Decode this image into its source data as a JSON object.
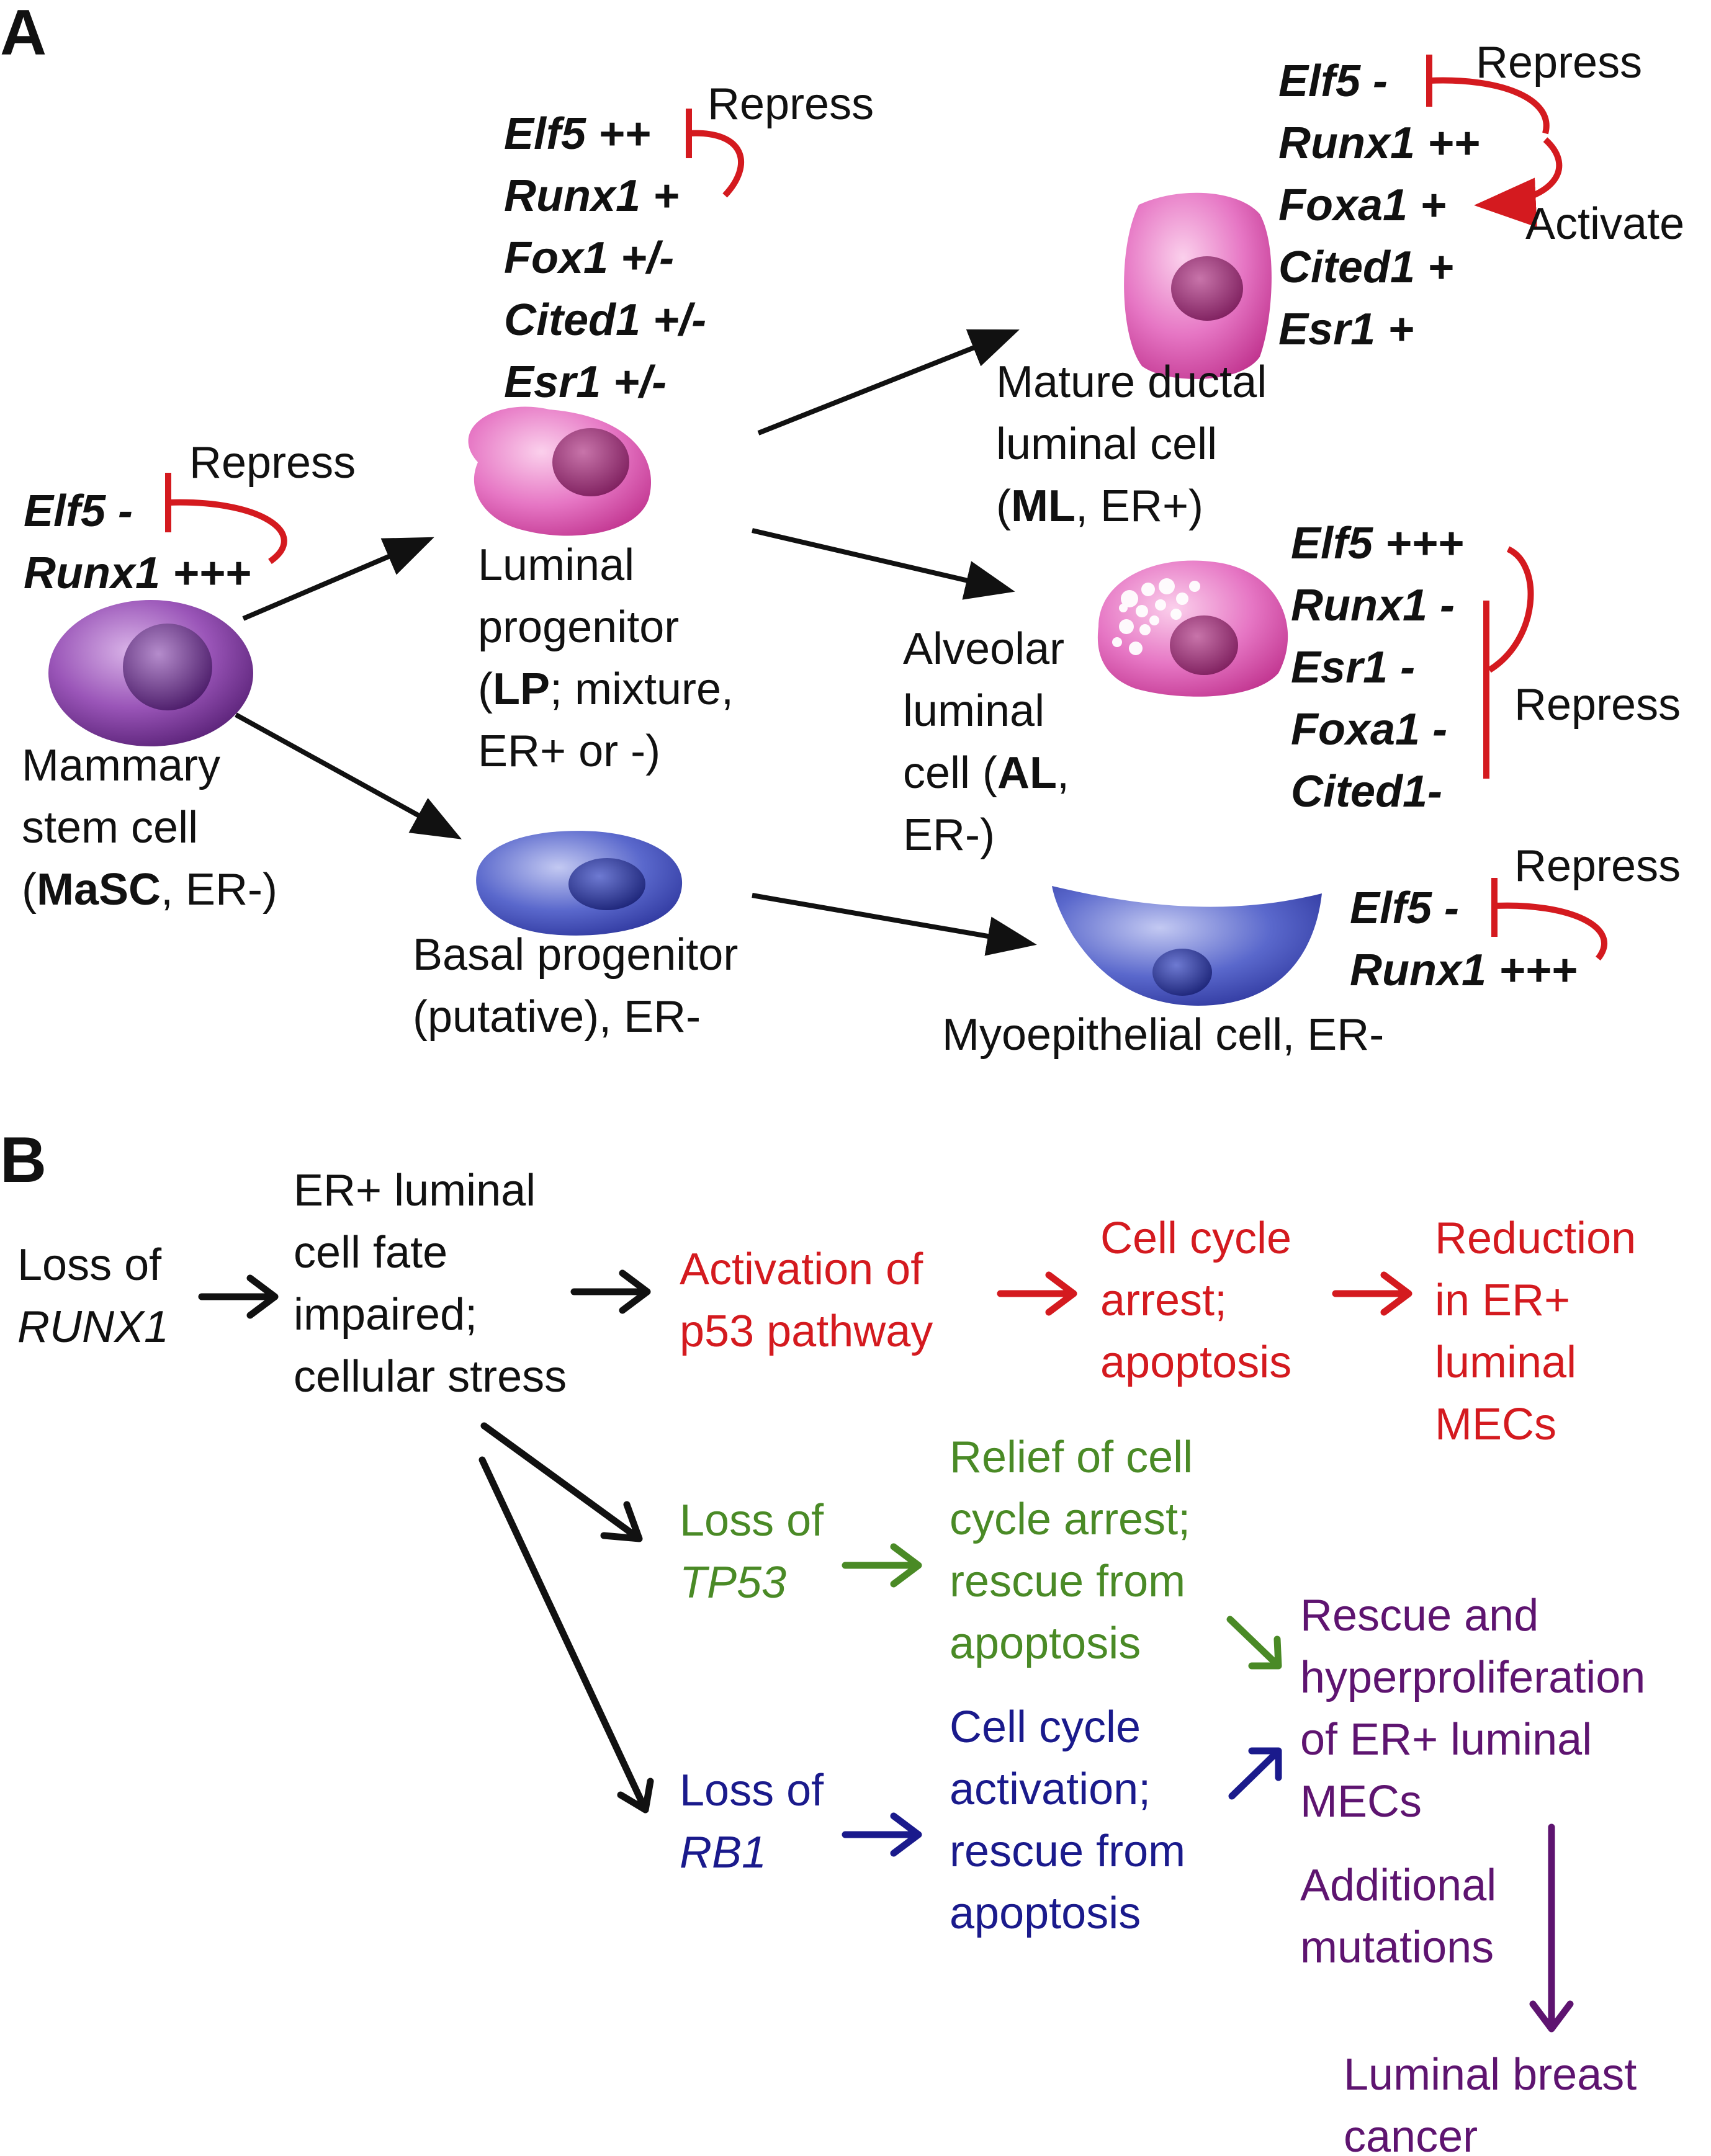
{
  "colors": {
    "black": "#111111",
    "red": "#d41a1f",
    "green": "#4a8a26",
    "navy": "#1a1a8c",
    "purple": "#5e1470",
    "pink": "#e060b0",
    "violet": "#7a3b9a",
    "blue": "#4555c0"
  },
  "panelA": {
    "label": "A",
    "icons": [
      "stem-cell-icon",
      "luminal-progenitor-cell-icon",
      "mature-ductal-cell-icon",
      "alveolar-cell-icon",
      "basal-progenitor-cell-icon",
      "myoepithelial-cell-icon"
    ],
    "masc": {
      "line1": "Mammary",
      "line2": "stem cell",
      "abbr": "MaSC",
      "er": ", ER-)",
      "genes": [
        "Elf5 -",
        "Runx1 +++"
      ],
      "inhibit": "Repress"
    },
    "lp": {
      "line1": "Luminal",
      "line2": "progenitor",
      "abbr": "LP",
      "line3_rest": "; mixture,",
      "line4": "ER+ or -)",
      "genes": [
        "Elf5 ++",
        "Runx1 +",
        "Fox1 +/-",
        "Cited1 +/-",
        "Esr1 +/-"
      ],
      "inhibit": "Repress"
    },
    "ml": {
      "line1": "Mature ductal",
      "line2": "luminal cell",
      "abbr": "ML",
      "er": ", ER+)",
      "genes": [
        "Elf5 -",
        "Runx1 ++",
        "Foxa1 +",
        "Cited1 +",
        "Esr1 +"
      ],
      "inhibit": "Repress",
      "activate": "Activate"
    },
    "al": {
      "line1": "Alveolar",
      "line2": "luminal",
      "line3_pre": "cell (",
      "abbr": "AL",
      "line3_post": ",",
      "line4": "ER-)",
      "genes": [
        "Elf5 +++",
        "Runx1 -",
        "Esr1 -",
        "Foxa1 -",
        "Cited1-"
      ],
      "inhibit": "Repress"
    },
    "basal": {
      "line1": "Basal progenitor",
      "line2": "(putative), ER-"
    },
    "myo": {
      "label": "Myoepithelial cell, ER-",
      "genes": [
        "Elf5 -",
        "Runx1 +++"
      ],
      "inhibit": "Repress"
    }
  },
  "panelB": {
    "label": "B",
    "loss_runx1": {
      "line1": "Loss of",
      "line2": "RUNX1"
    },
    "er_fate": [
      "ER+ luminal",
      "cell fate",
      "impaired;",
      "cellular stress"
    ],
    "p53_act": [
      "Activation of",
      "p53 pathway"
    ],
    "cc_arrest": [
      "Cell cycle",
      "arrest;",
      "apoptosis"
    ],
    "reduction": [
      "Reduction",
      "in ER+",
      "luminal",
      "MECs"
    ],
    "loss_tp53": {
      "line1": "Loss of",
      "line2": "TP53"
    },
    "relief": [
      "Relief of cell",
      "cycle arrest;",
      "rescue from",
      "apoptosis"
    ],
    "rescue": [
      "Rescue and",
      "hyperproliferation",
      "of ER+ luminal",
      "MECs"
    ],
    "loss_rb1": {
      "line1": "Loss of",
      "line2": "RB1"
    },
    "cc_activation": [
      "Cell cycle",
      "activation;",
      "rescue from",
      "apoptosis"
    ],
    "additional": [
      "Additional",
      "mutations"
    ],
    "cancer": [
      "Luminal breast",
      "cancer"
    ]
  }
}
